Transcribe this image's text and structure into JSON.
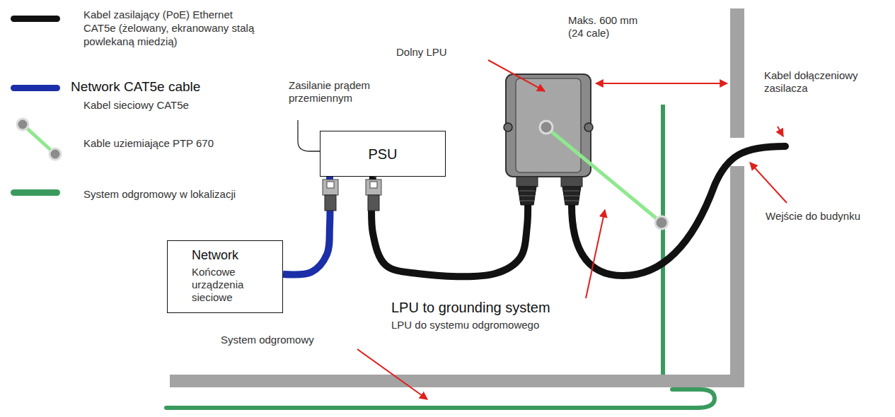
{
  "diagram": {
    "nodes": [
      {
        "text": [
          "Dolny LPU"
        ]
      },
      {
        "text": [
          "PSU"
        ]
      },
      {
        "text": [
          "Network",
          "Końcowe urządzenia sieciowe"
        ]
      }
    ],
    "edges": [
      {
        "from": 1,
        "to": 0,
        "arrow": "none"
      },
      {
        "from": 2,
        "to": 1,
        "arrow": "none"
      }
    ],
    "labels": [
      "Maks. 600 mm (24 cale)",
      "Zasilanie prądem przemiennym",
      "Kabel dołączeniowy zasilacza",
      "Network CAT5e cable",
      "Wejście do budynku",
      "LPU to grounding system",
      "LPU do systemu odgromowego",
      "System odgromowy"
    ],
    "legend": [
      {
        "text": "Kabel zasilający (PoE) Ethernet CAT5e (żelowany, ekranowany stalą powlekaną miedzią)",
        "color": "#111111"
      },
      {
        "text": "Kabel sieciowy CAT5e",
        "color": "#1a2fa8"
      },
      {
        "text": "Kable uziemiające PTP 670"
      },
      {
        "text": "System odgromowy w lokalizacji",
        "color": "#3a9a5e"
      }
    ]
  }
}
